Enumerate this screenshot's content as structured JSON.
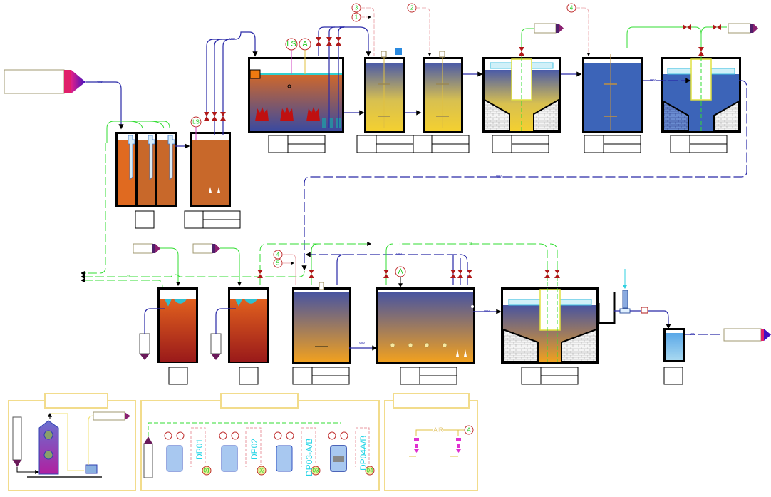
{
  "diagram": {
    "type": "wastewater treatment process flow diagram",
    "instrument_tags": {
      "level_switch": "LS",
      "analyzer": "A",
      "ls_small": "LS"
    },
    "chemical_feed_numbers": {
      "c1": "3",
      "c2": "1",
      "c3": "2",
      "c4": "4",
      "c5": "4",
      "c6": "5"
    },
    "line_labels": {
      "wastewater": "ww",
      "sludge": "sl"
    },
    "dosing_panel": {
      "pumps": [
        {
          "label": "DP01",
          "outlet": "01"
        },
        {
          "label": "DP02",
          "outlet": "02"
        },
        {
          "label": "DP03-A/B",
          "outlet": "03"
        },
        {
          "label": "DP04A/B",
          "outlet": "04"
        }
      ]
    },
    "air_panel": {
      "air_label": "AIR",
      "analyzer": "A"
    },
    "colors": {
      "wastewater_line": "#2a2aa8",
      "sludge_line": "#33dd33",
      "chemical_line": "#e89aa0",
      "valve": "#b01818",
      "tank_outline": "#000000",
      "legend_frame": "#f2dc8c",
      "equalization_fill": "#c8682a",
      "coagulation_fill": "#f0d040",
      "clear_water": "#3e6ec0"
    }
  }
}
